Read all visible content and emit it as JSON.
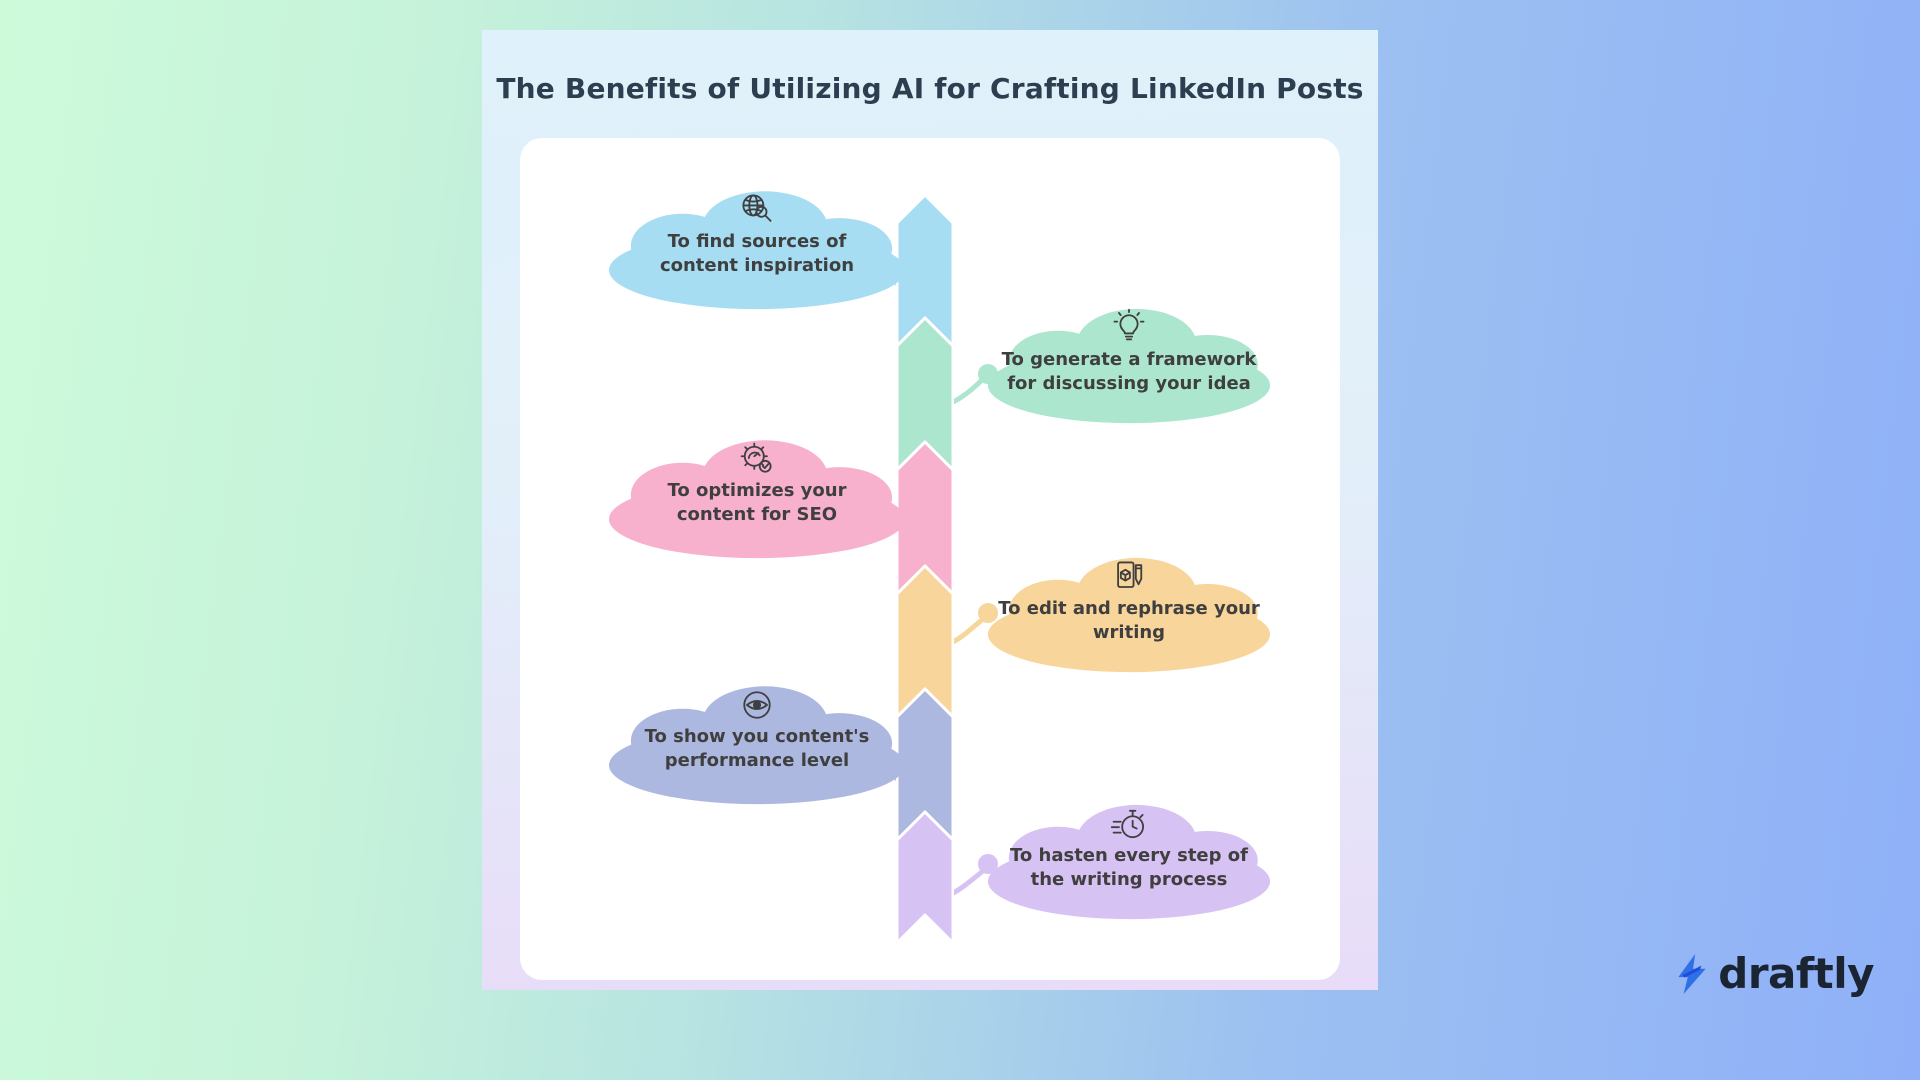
{
  "title": "The Benefits of Utilizing AI for Crafting LinkedIn Posts",
  "benefits": [
    {
      "label_line1": "To find sources of",
      "label_line2": "content inspiration",
      "icon": "globe-search-icon",
      "color": "#a7ddf3",
      "side": "left"
    },
    {
      "label_line1": "To generate a framework",
      "label_line2": "for discussing your idea",
      "icon": "lightbulb-icon",
      "color": "#ace6cf",
      "side": "right"
    },
    {
      "label_line1": "To optimizes your",
      "label_line2": "content for SEO",
      "icon": "seo-gear-icon",
      "color": "#f7b1cd",
      "side": "left"
    },
    {
      "label_line1": "To edit and rephrase your",
      "label_line2": "writing",
      "icon": "edit-document-icon",
      "color": "#f8d59a",
      "side": "right"
    },
    {
      "label_line1": "To show you content's",
      "label_line2": "performance level",
      "icon": "eye-icon",
      "color": "#acb8e0",
      "side": "left"
    },
    {
      "label_line1": "To hasten every step of",
      "label_line2": "the writing process",
      "icon": "stopwatch-icon",
      "color": "#d6c2f3",
      "side": "right"
    }
  ],
  "logo": {
    "name": "draftly",
    "icon": "lightning-bolt-icon",
    "bolt_color": "#2f6fe8",
    "bolt_dark": "#1b4fd8",
    "text_color": "#1b2433"
  },
  "colors": {
    "page_bg_left": "#cdfbda",
    "page_bg_right": "#8fb0f8",
    "poster_top": "#dff1fa",
    "poster_bottom": "#e8dcf8",
    "panel": "#ffffff",
    "title_text": "#2d3e50",
    "cloud_text": "#3f3f3f"
  }
}
